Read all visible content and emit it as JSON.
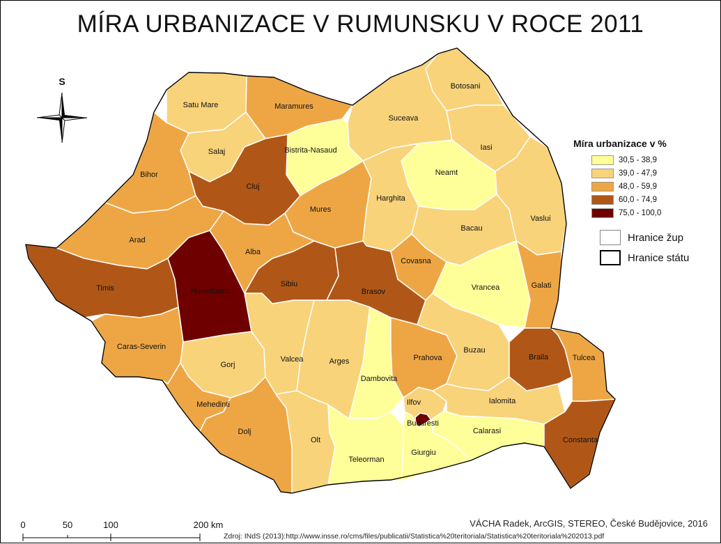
{
  "title": "MÍRA URBANIZACE V RUMUNSKU V ROCE 2011",
  "north_label": "S",
  "colors": {
    "c1": "#ffff99",
    "c2": "#f8d37a",
    "c3": "#eea644",
    "c4": "#b05718",
    "c5": "#6e0000",
    "border": "#ffffff",
    "outline": "#000000",
    "background": "#ffffff"
  },
  "legend": {
    "title": "Míra urbanizace v %",
    "classes": [
      {
        "label": "30,5 - 38,9",
        "color": "#ffff99"
      },
      {
        "label": "39,0 - 47,9",
        "color": "#f8d37a"
      },
      {
        "label": "48,0 - 59,9",
        "color": "#eea644"
      },
      {
        "label": "60,0 - 74,9",
        "color": "#b05718"
      },
      {
        "label": "75,0 - 100,0",
        "color": "#6e0000"
      }
    ],
    "county_border_label": "Hranice žup",
    "state_border_label": "Hranice státu"
  },
  "counties": [
    {
      "name": "Satu Mare",
      "class": 2
    },
    {
      "name": "Maramures",
      "class": 3
    },
    {
      "name": "Botosani",
      "class": 2
    },
    {
      "name": "Suceava",
      "class": 2
    },
    {
      "name": "Bistrita-Nasaud",
      "class": 1
    },
    {
      "name": "Salaj",
      "class": 2
    },
    {
      "name": "Iasi",
      "class": 2
    },
    {
      "name": "Bihor",
      "class": 3
    },
    {
      "name": "Neamt",
      "class": 1
    },
    {
      "name": "Cluj",
      "class": 4
    },
    {
      "name": "Mures",
      "class": 3
    },
    {
      "name": "Harghita",
      "class": 2
    },
    {
      "name": "Vaslui",
      "class": 2
    },
    {
      "name": "Bacau",
      "class": 2
    },
    {
      "name": "Arad",
      "class": 3
    },
    {
      "name": "Alba",
      "class": 3
    },
    {
      "name": "Timis",
      "class": 4
    },
    {
      "name": "Hunedoara",
      "class": 5
    },
    {
      "name": "Sibiu",
      "class": 4
    },
    {
      "name": "Brasov",
      "class": 4
    },
    {
      "name": "Covasna",
      "class": 3
    },
    {
      "name": "Vrancea",
      "class": 1
    },
    {
      "name": "Galati",
      "class": 3
    },
    {
      "name": "Caras-Severin",
      "class": 3
    },
    {
      "name": "Gorj",
      "class": 2
    },
    {
      "name": "Valcea",
      "class": 2
    },
    {
      "name": "Arges",
      "class": 2
    },
    {
      "name": "Dambovita",
      "class": 1
    },
    {
      "name": "Prahova",
      "class": 3
    },
    {
      "name": "Buzau",
      "class": 2
    },
    {
      "name": "Braila",
      "class": 4
    },
    {
      "name": "Tulcea",
      "class": 3
    },
    {
      "name": "Mehedinti",
      "class": 3
    },
    {
      "name": "Ilfov",
      "class": 2
    },
    {
      "name": "Ialomita",
      "class": 2
    },
    {
      "name": "Bucuresti",
      "class": 5
    },
    {
      "name": "Calarasi",
      "class": 1
    },
    {
      "name": "Constanta",
      "class": 4
    },
    {
      "name": "Dolj",
      "class": 3
    },
    {
      "name": "Olt",
      "class": 2
    },
    {
      "name": "Teleorman",
      "class": 1
    },
    {
      "name": "Giurgiu",
      "class": 1
    }
  ],
  "scale": {
    "ticks": [
      "0",
      "50",
      "100",
      "200 km"
    ]
  },
  "credit": "VÁCHA Radek, ArcGIS, STEREO,  České Budějovice, 2016",
  "source": "Zdroj: INdS (2013):http://www.insse.ro/cms/files/publicatii/Statistica%20teritoriala/Statistica%20teritoriala%202013.pdf"
}
